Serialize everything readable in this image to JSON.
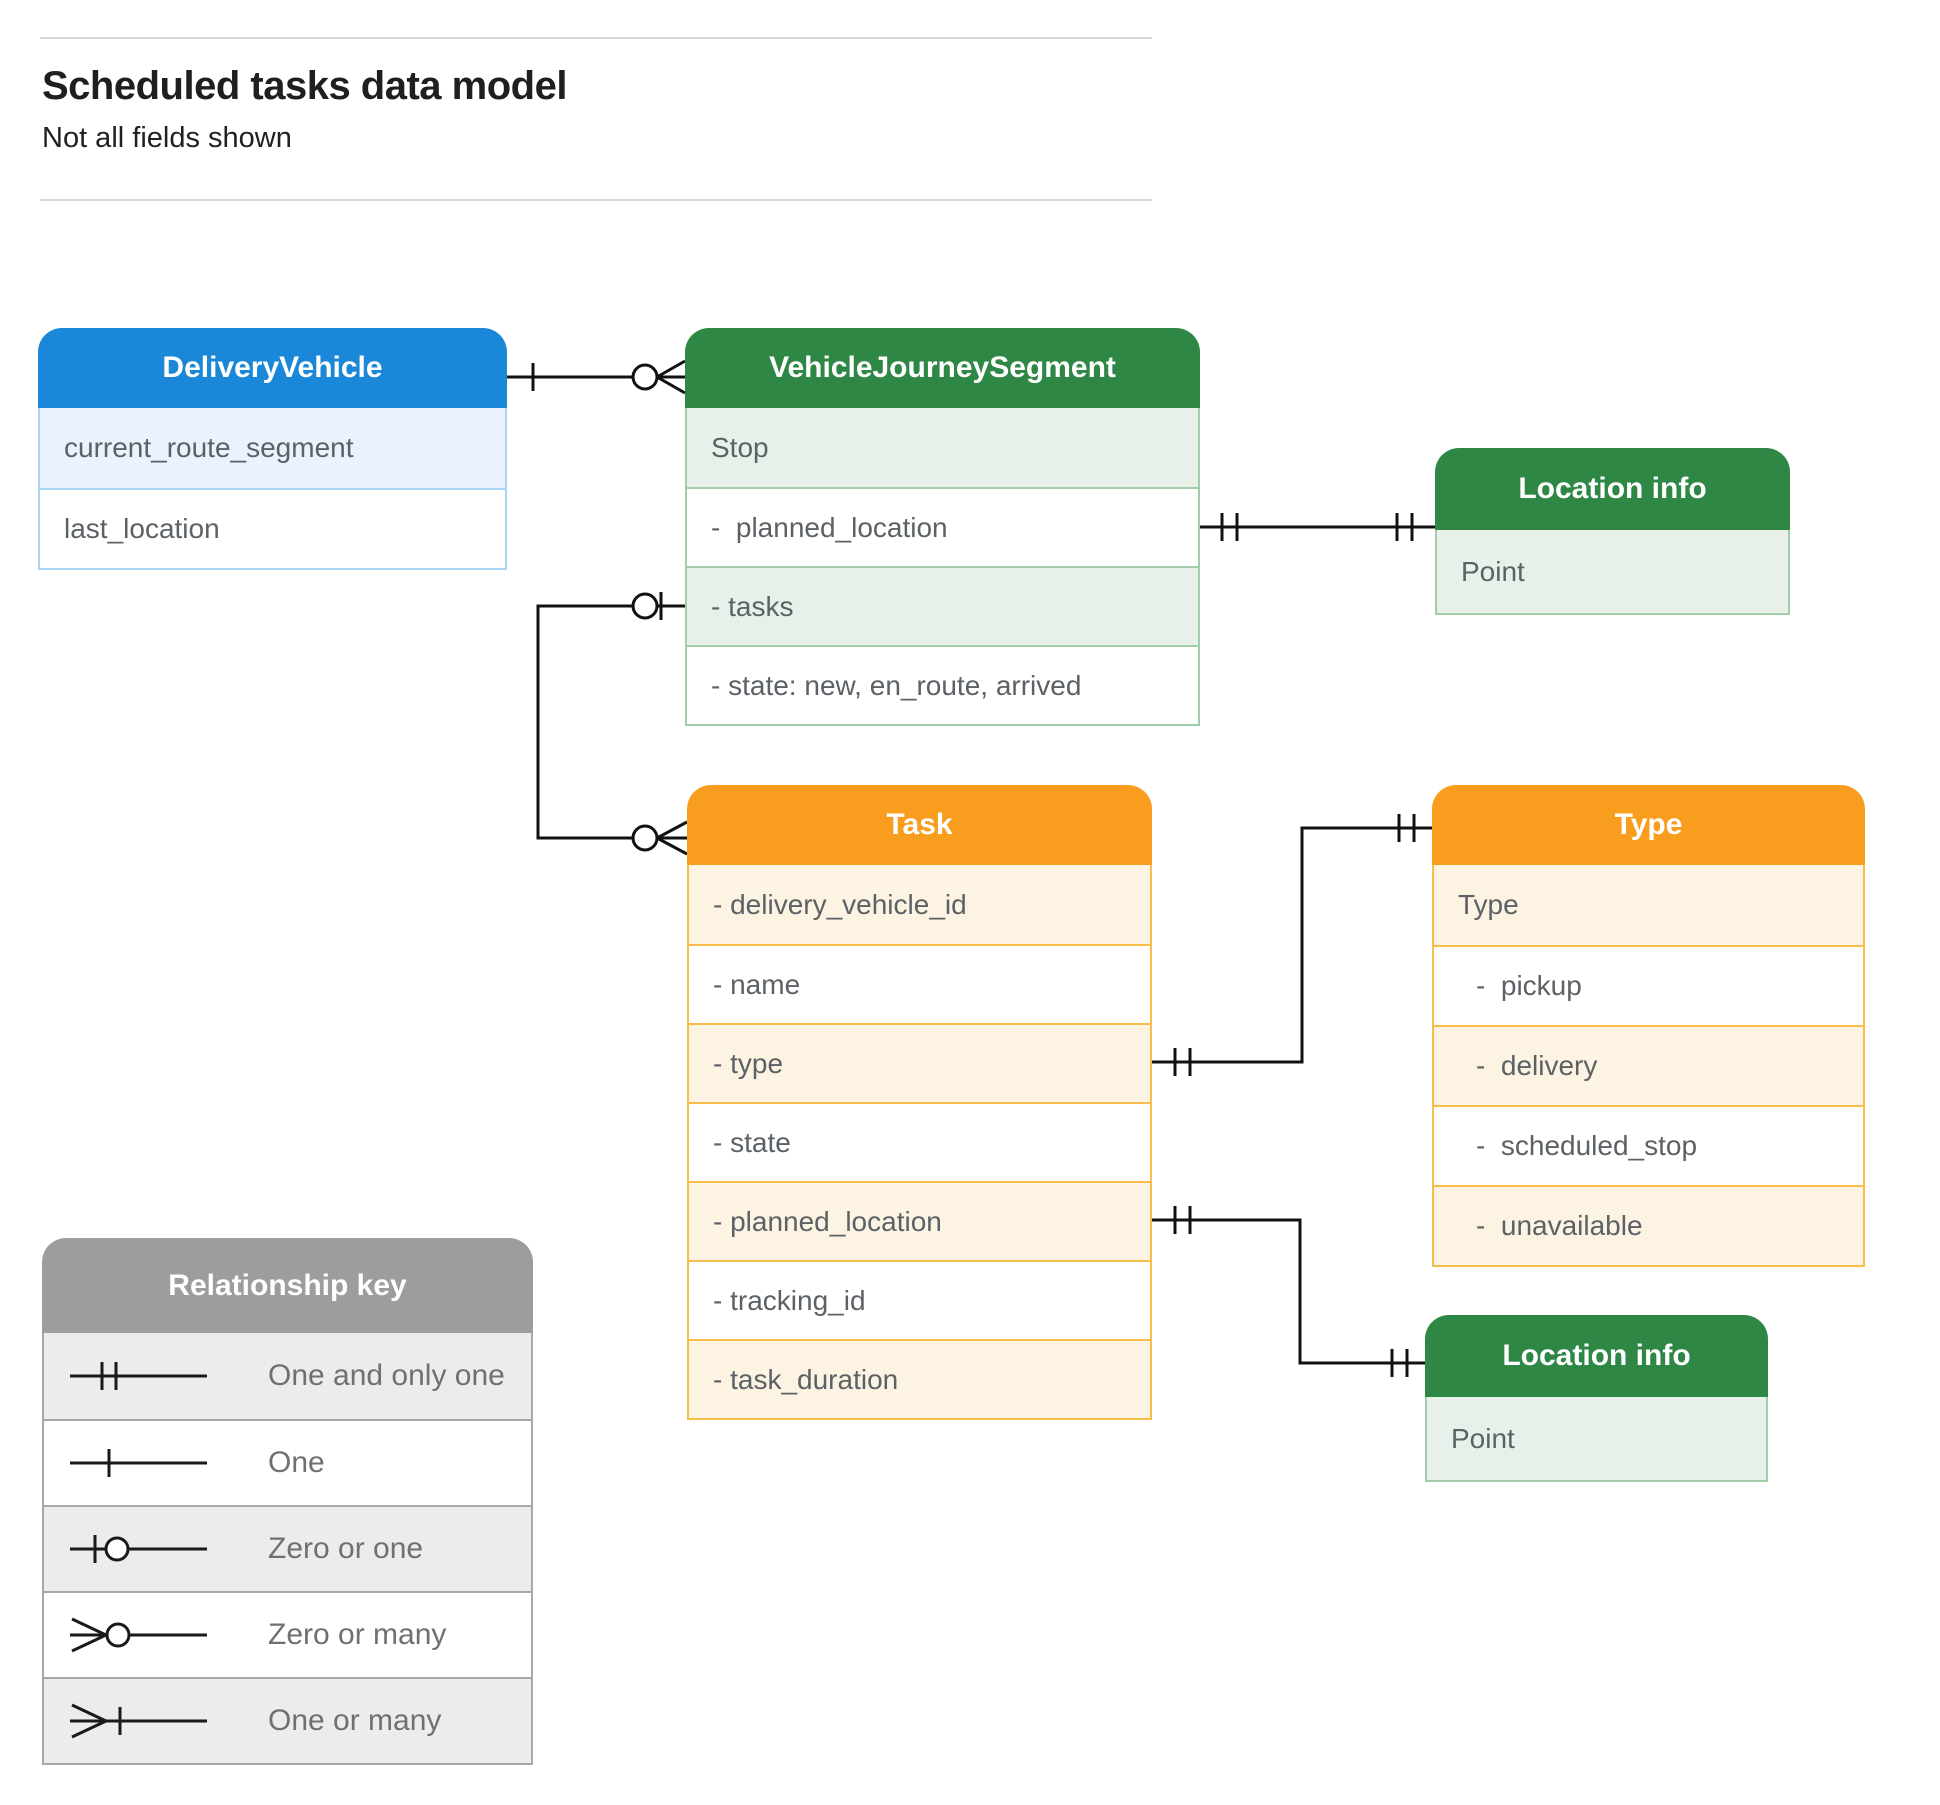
{
  "page": {
    "title": "Scheduled tasks data model",
    "subtitle": "Not all fields shown"
  },
  "entities": {
    "deliveryVehicle": {
      "title": "DeliveryVehicle",
      "fields": [
        "current_route_segment",
        "last_location"
      ]
    },
    "vehicleJourneySegment": {
      "title": "VehicleJourneySegment",
      "fields": [
        "Stop",
        "-  planned_location",
        "- tasks",
        "- state: new, en_route, arrived"
      ]
    },
    "locationInfoTop": {
      "title": "Location info",
      "fields": [
        "Point"
      ]
    },
    "task": {
      "title": "Task",
      "fields": [
        "- delivery_vehicle_id",
        "- name",
        "- type",
        "- state",
        "- planned_location",
        "- tracking_id",
        "- task_duration"
      ]
    },
    "taskType": {
      "title": "Type",
      "fields": [
        "Type",
        "-  pickup",
        "-  delivery",
        "-  scheduled_stop",
        "-  unavailable"
      ]
    },
    "locationInfoBottom": {
      "title": "Location info",
      "fields": [
        "Point"
      ]
    }
  },
  "legend": {
    "title": "Relationship key",
    "items": [
      {
        "symbol": "one-and-only-one",
        "label": "One and only one"
      },
      {
        "symbol": "one",
        "label": "One"
      },
      {
        "symbol": "zero-or-one",
        "label": "Zero or one"
      },
      {
        "symbol": "zero-or-many",
        "label": "Zero or many"
      },
      {
        "symbol": "one-or-many",
        "label": "One or many"
      }
    ]
  },
  "colors": {
    "blue": "#1b87d8",
    "blueLight": "#e9f2fd",
    "blueBorder": "#a9d5f5",
    "green": "#2e8745",
    "greenLight": "#e7f1e9",
    "greenBorder": "#a2cdaa",
    "orange": "#f89d1d",
    "orangeLight": "#fdf3e2",
    "orangeBorder": "#f9bd4b",
    "gray": "#9d9d9d",
    "grayLight": "#ececec",
    "grayBorder": "#a8a8a8",
    "line": "#111111"
  }
}
